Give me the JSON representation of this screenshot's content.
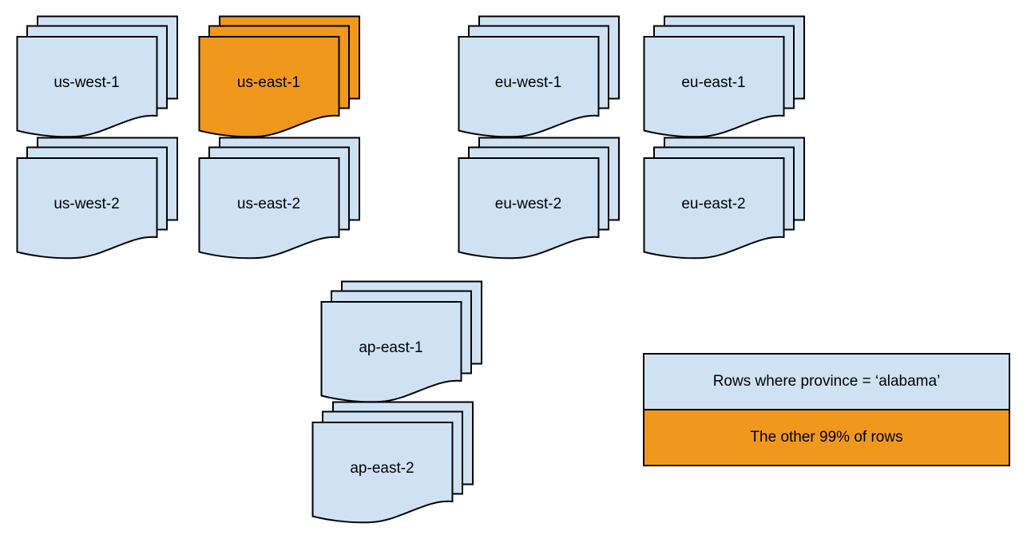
{
  "diagram": {
    "colors": {
      "region_blue": "#cfe2f3",
      "highlight_orange": "#f0981e",
      "stroke": "#000000"
    },
    "stacks": [
      {
        "label": "us-west-1",
        "variant": "blue"
      },
      {
        "label": "us-east-1",
        "variant": "orange"
      },
      {
        "label": "eu-west-1",
        "variant": "blue"
      },
      {
        "label": "eu-east-1",
        "variant": "blue"
      },
      {
        "label": "us-west-2",
        "variant": "blue"
      },
      {
        "label": "us-east-2",
        "variant": "blue"
      },
      {
        "label": "eu-west-2",
        "variant": "blue"
      },
      {
        "label": "eu-east-2",
        "variant": "blue"
      },
      {
        "label": "ap-east-1",
        "variant": "blue"
      },
      {
        "label": "ap-east-2",
        "variant": "blue"
      }
    ],
    "legend": {
      "items": [
        {
          "label": "Rows where province = ‘alabama’",
          "color": "#cfe2f3"
        },
        {
          "label": "The other 99% of rows",
          "color": "#f0981e"
        }
      ]
    }
  }
}
